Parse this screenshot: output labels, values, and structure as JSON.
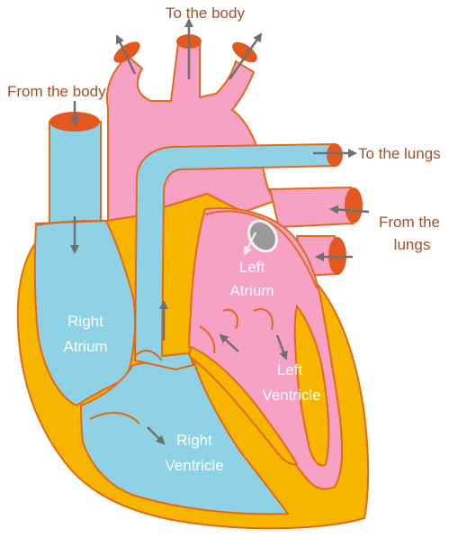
{
  "labels": {
    "to_body": "To the body",
    "from_body": "From the body",
    "to_lungs": "To the lungs",
    "from_lungs_line1": "From the",
    "from_lungs_line2": "lungs",
    "left_atrium_line1": "Left",
    "left_atrium_line2": "Atrium",
    "right_atrium_line1": "Right",
    "right_atrium_line2": "Atrium",
    "left_ventricle_line1": "Left",
    "left_ventricle_line2": "Ventricle",
    "right_ventricle_line1": "Right",
    "right_ventricle_line2": "Ventricle"
  },
  "colors": {
    "wall": "#f7b500",
    "outline": "#e06a1a",
    "vessel_opening": "#e2581e",
    "deoxygenated": "#8fd1e5",
    "oxygenated": "#f7a1c4",
    "outer_text": "#a0522d",
    "inner_text": "#ffffff",
    "arrow": "#707070"
  }
}
